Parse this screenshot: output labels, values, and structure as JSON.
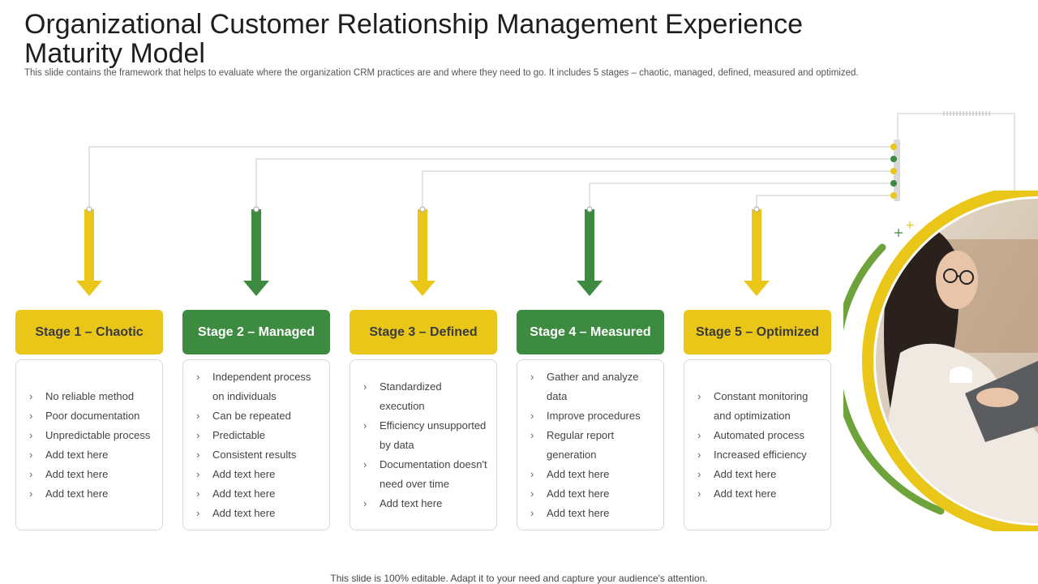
{
  "header": {
    "title": "Organizational Customer Relationship Management Experience Maturity Model",
    "subtitle": "This slide contains the framework that helps to evaluate where the organization CRM practices are and where they need to go. It includes 5 stages – chaotic, managed, defined, measured and optimized."
  },
  "stages": [
    {
      "label": "Stage 1 – Chaotic",
      "items": [
        "No reliable method",
        "Poor documentation",
        "Unpredictable process",
        "Add text here",
        "Add text here",
        "Add text here"
      ]
    },
    {
      "label": "Stage 2 – Managed",
      "items": [
        "Independent process on individuals",
        "Can be repeated",
        "Predictable",
        "Consistent results",
        "Add text here",
        "Add text here",
        "Add text here"
      ]
    },
    {
      "label": "Stage 3 – Defined",
      "items": [
        "Standardized execution",
        "Efficiency unsupported by data",
        "Documentation doesn't need over time",
        "Add text here"
      ]
    },
    {
      "label": "Stage 4 – Measured",
      "items": [
        "Gather and analyze data",
        "Improve procedures",
        "Regular report generation",
        "Add text here",
        "Add text here",
        "Add text here"
      ]
    },
    {
      "label": "Stage 5 – Optimized",
      "items": [
        "Constant monitoring and optimization",
        "Automated process",
        "Increased efficiency",
        "Add text here",
        "Add text here"
      ]
    }
  ],
  "colors": {
    "yellow": "#eac619",
    "green": "#3d8a41",
    "line": "#c8c8c8"
  },
  "footer": {
    "note": "This slide is 100% editable. Adapt it to your need and capture your audience's attention."
  }
}
